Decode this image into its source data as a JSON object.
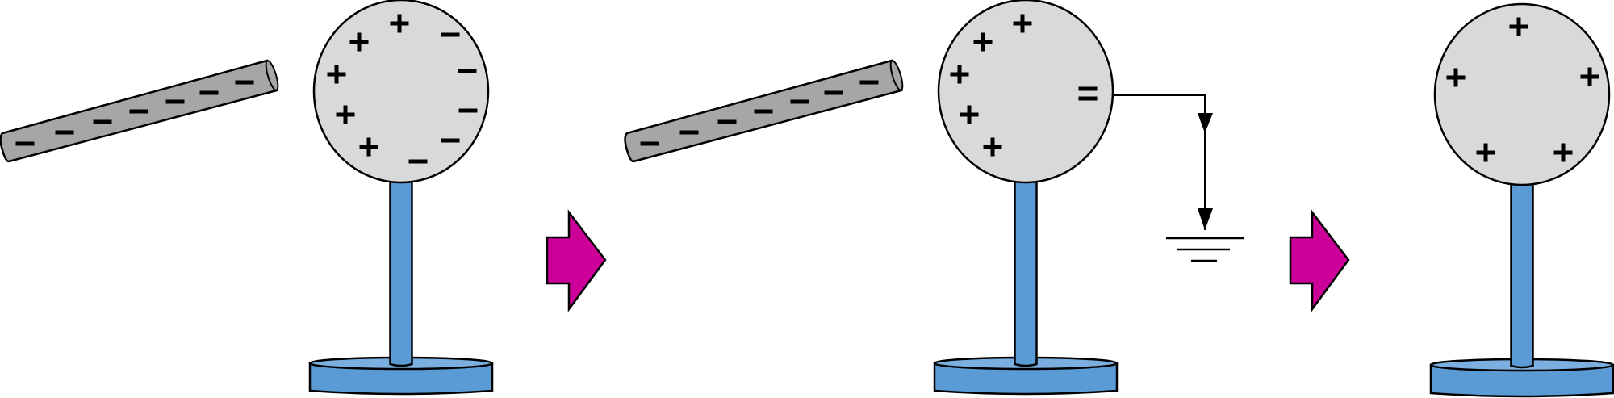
{
  "colors": {
    "rod": "#a6a6a6",
    "sphere": "#d9d9d9",
    "stand": "#5b9bd5",
    "stand_top": "#7aafe0",
    "arrow": "#cc0099",
    "stroke": "#000000"
  },
  "panels": [
    {
      "stage": 1,
      "rod_negative_charges": 7,
      "sphere_positive_charges": 5,
      "sphere_negative_charges": 5,
      "grounded": false
    },
    {
      "stage": 2,
      "rod_negative_charges": 7,
      "sphere_positive_charges": 5,
      "sphere_negative_charges": 2,
      "grounded": true
    },
    {
      "stage": 3,
      "rod_negative_charges": 0,
      "sphere_positive_charges": 5,
      "sphere_negative_charges": 0,
      "grounded": false
    }
  ]
}
